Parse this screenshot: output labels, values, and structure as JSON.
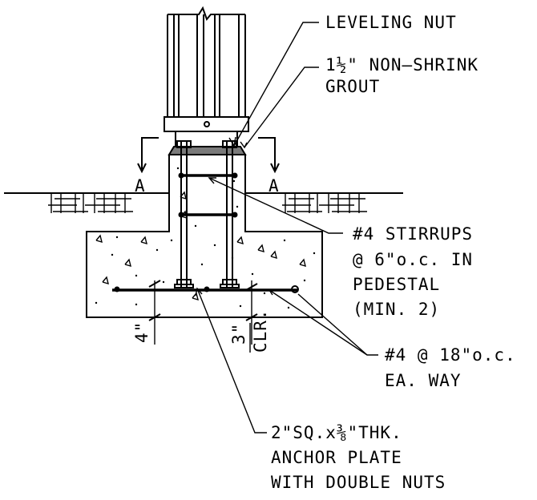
{
  "labels": {
    "leveling_nut": "LEVELING NUT",
    "grout_1": "1½\" NON–SHRINK",
    "grout_2": "GROUT",
    "section_left": "A",
    "section_right": "A",
    "stirrups_1": "#4 STIRRUPS",
    "stirrups_2": "@ 6\"o.c. IN",
    "stirrups_3": "PEDESTAL",
    "stirrups_4": "(MIN. 2)",
    "bottom_cover": "4\"",
    "clear_cover_1": "3\"",
    "clear_cover_2": "CLR.",
    "rebar_1": "#4 @ 18\"o.c.",
    "rebar_2": "EA. WAY",
    "plate_1": "2\"SQ.x⅜\"THK.",
    "plate_2": "ANCHOR PLATE",
    "plate_3": "WITH DOUBLE NUTS"
  }
}
